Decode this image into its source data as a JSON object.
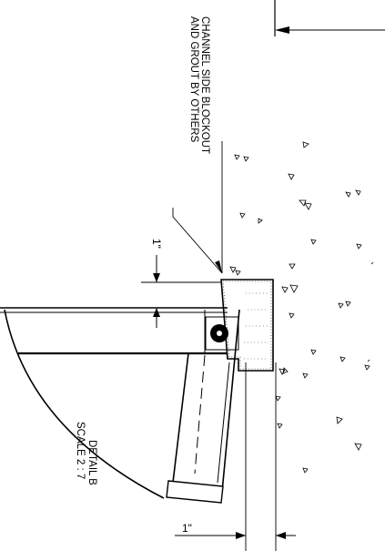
{
  "note": {
    "line1": "CHANNEL SIDE BLOCKOUT",
    "line2": "AND GROUT BY OTHERS"
  },
  "dimensions": {
    "top_clearance": "1\"",
    "bottom_clearance": "1\""
  },
  "detail": {
    "title": "DETAIL B",
    "scale": "SCALE 2 : 7"
  }
}
